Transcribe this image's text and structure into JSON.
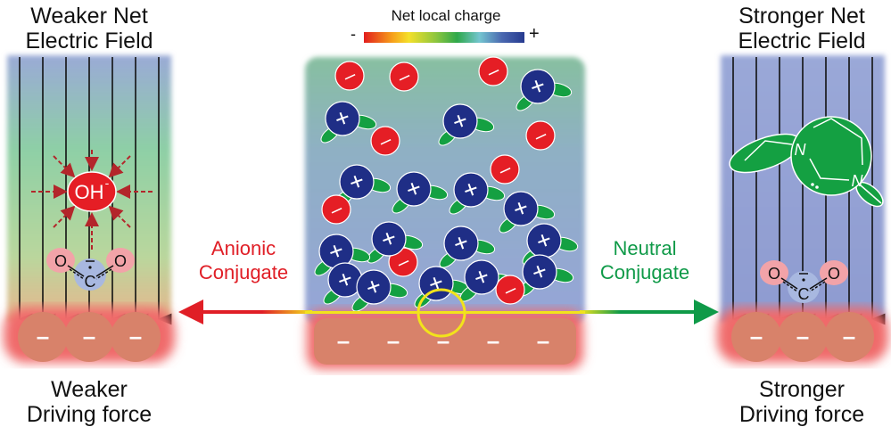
{
  "left_panel": {
    "title_line1": "Weaker Net",
    "title_line2": "Electric Field",
    "bottom_line1": "Weaker",
    "bottom_line2": "Driving force",
    "ion_label": "OH",
    "ion_charge": "-",
    "molecule": {
      "o_left": "O",
      "carbon": "C",
      "o_right": "O"
    },
    "electrode_charges": [
      "–",
      "–",
      "–"
    ]
  },
  "right_panel": {
    "title_line1": "Stronger Net",
    "title_line2": "Electric Field",
    "bottom_line1": "Stronger",
    "bottom_line2": "Driving force",
    "ligand_atoms": [
      "N",
      "N"
    ],
    "molecule": {
      "o_left": "O",
      "carbon": "C",
      "o_right": "O"
    },
    "electrode_charges": [
      "–",
      "–",
      "–"
    ]
  },
  "legend": {
    "title": "Net local charge",
    "min_label": "-",
    "max_label": "+"
  },
  "arrows": {
    "left_label_line1": "Anionic",
    "left_label_line2": "Conjugate",
    "right_label_line1": "Neutral",
    "right_label_line2": "Conjugate"
  },
  "center_panel": {
    "anion_symbol": "–",
    "cation_symbol": "+",
    "electrode_charges": [
      "–",
      "–",
      "–",
      "–",
      "–"
    ]
  },
  "colors": {
    "anion": "#e51e25",
    "cation": "#1f2e86",
    "ligand": "#14a042",
    "anionic_arrow": "#e01e26",
    "neutral_arrow": "#0f9a48",
    "highlight_ring": "#f2e31b",
    "electrode": "#d8826a"
  }
}
